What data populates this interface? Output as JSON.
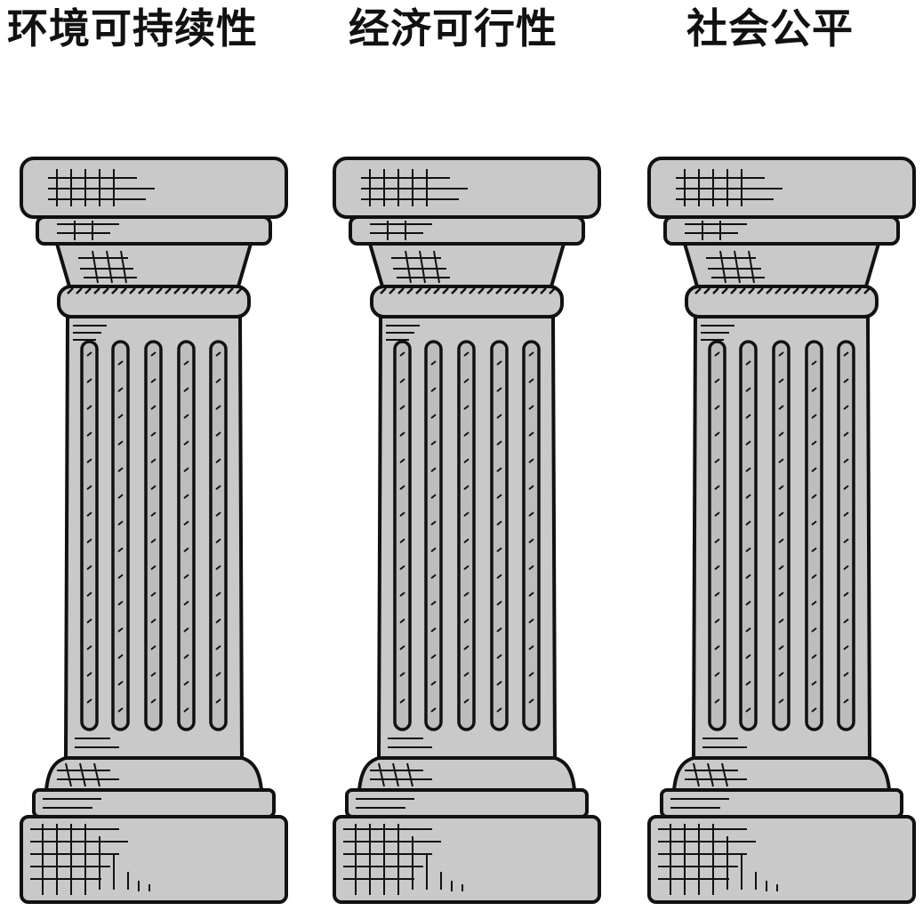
{
  "pillars": [
    {
      "title": "环境可持续性"
    },
    {
      "title": "经济可行性"
    },
    {
      "title": "社会公平"
    }
  ],
  "colors": {
    "stone": "#c9c9c9",
    "outline": "#111111",
    "highlight": "#e6e6e6",
    "background": "#ffffff"
  }
}
